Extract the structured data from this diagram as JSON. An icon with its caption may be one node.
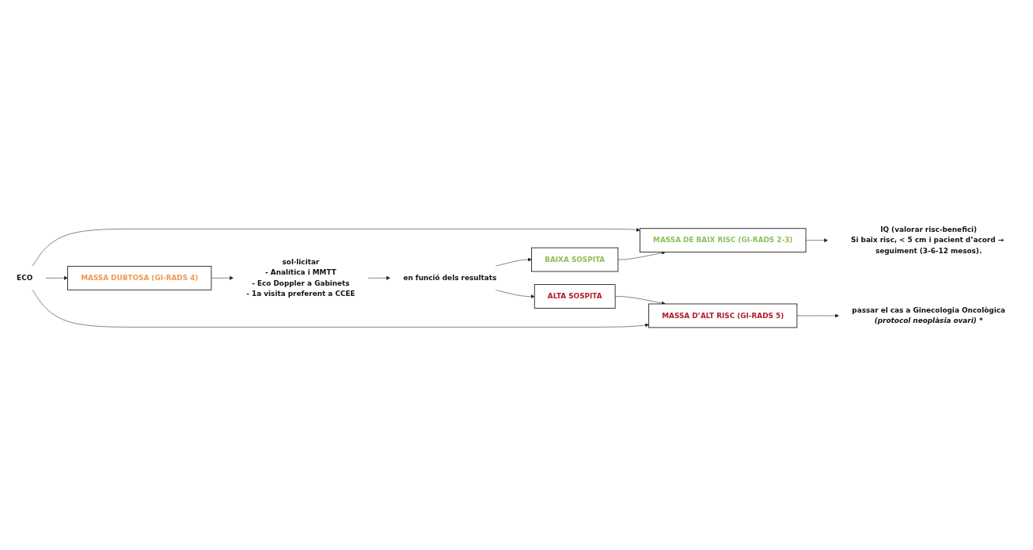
{
  "diagram": {
    "nodes": [
      {
        "text": [
          "ECO"
        ]
      },
      {
        "text": [
          "MASSA DE BAIX RISC (GI-RADS 2-3)"
        ]
      },
      {
        "text": [
          "IQ (valorar risc-benefici)",
          "Si baix risc, < 5 cm i pacient d’acord → seguiment (3-6-12 mesos)."
        ]
      },
      {
        "text": [
          "MASSA DUBTOSA (GI-RADS 4)"
        ]
      },
      {
        "text": [
          "sol·licitar",
          "- Analítica i MMTT",
          "- Eco Doppler a Gabinets",
          "- 1a visita preferent a CCEE"
        ]
      },
      {
        "text": [
          "en funció dels resultats"
        ]
      },
      {
        "text": [
          "BAIXA SOSPITA"
        ]
      },
      {
        "text": [
          "ALTA SOSPITA"
        ]
      },
      {
        "text": [
          "MASSA D’ALT RISC (GI-RADS 5)"
        ]
      },
      {
        "text": [
          "passar el cas a Ginecologia Oncològica",
          "(protocol neoplàsia ovari) *"
        ]
      }
    ],
    "edges": [
      {
        "from": 0,
        "to": 1,
        "arrow": "to"
      },
      {
        "from": 0,
        "to": 3,
        "arrow": "to"
      },
      {
        "from": 0,
        "to": 8,
        "arrow": "to"
      },
      {
        "from": 1,
        "to": 2,
        "arrow": "to"
      },
      {
        "from": 3,
        "to": 4,
        "arrow": "to"
      },
      {
        "from": 4,
        "to": 5,
        "arrow": "to"
      },
      {
        "from": 5,
        "to": 6,
        "arrow": "to"
      },
      {
        "from": 5,
        "to": 7,
        "arrow": "to"
      },
      {
        "from": 8,
        "to": 9,
        "arrow": "to"
      },
      {
        "from": 6,
        "to": 1,
        "arrow": "to"
      },
      {
        "from": 7,
        "to": 8,
        "arrow": "to"
      }
    ]
  }
}
